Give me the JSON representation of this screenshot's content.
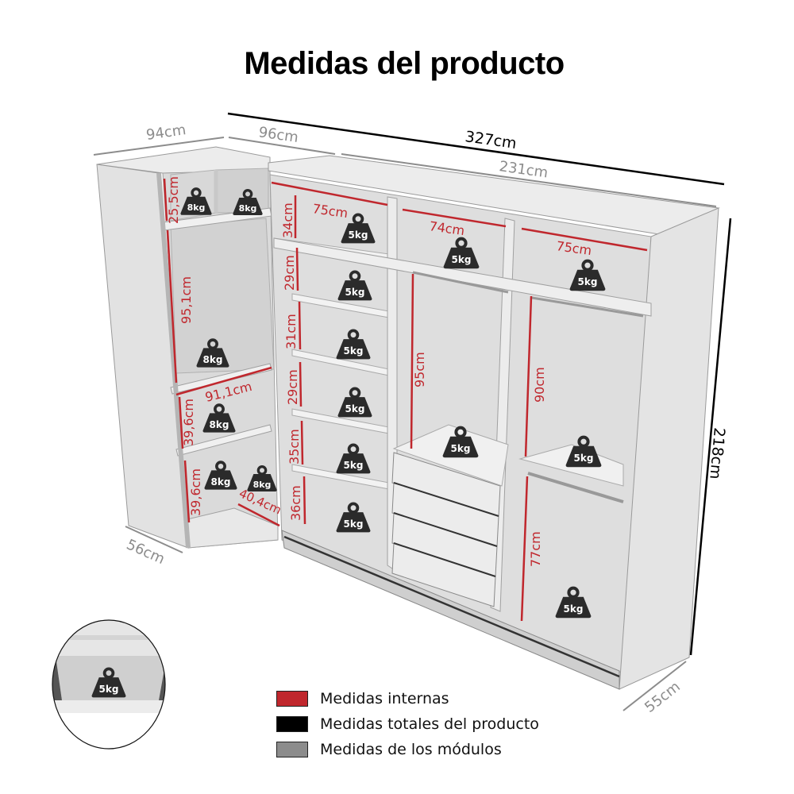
{
  "title": "Medidas del producto",
  "colors": {
    "internal": "#c0272d",
    "total": "#000000",
    "module": "#8c8c8c",
    "weight_icon": "#2b2b2b",
    "cabinet": "#e6e6e6"
  },
  "dimensions": {
    "total": {
      "width": "327cm",
      "height": "218cm"
    },
    "modules": {
      "corner_width": "94cm",
      "corner_second_width": "96cm",
      "main_width": "231cm",
      "corner_depth": "56cm",
      "main_depth": "55cm"
    },
    "internal": {
      "corner_top_height": "25,5cm",
      "corner_hanging_height": "95,1cm",
      "corner_shelf_width": "91,1cm",
      "corner_shelf_height_1": "39,6cm",
      "corner_shelf_height_2": "39,6cm",
      "corner_depth_inner": "40,4cm",
      "left_col_width": "75cm",
      "left_col_heights": [
        "34cm",
        "29cm",
        "31cm",
        "29cm",
        "35cm",
        "36cm"
      ],
      "mid_col_width": "74cm",
      "mid_col_hanging": "95cm",
      "right_col_width": "75cm",
      "right_col_hanging_top": "90cm",
      "right_col_hanging_bottom": "77cm"
    }
  },
  "weights": {
    "corner": [
      "8kg",
      "8kg",
      "8kg",
      "8kg",
      "8kg",
      "8kg"
    ],
    "left_col": [
      "5kg",
      "5kg",
      "5kg",
      "5kg",
      "5kg",
      "5kg"
    ],
    "mid_col": [
      "5kg",
      "5kg"
    ],
    "right_col": [
      "5kg",
      "5kg",
      "5kg"
    ],
    "drawer_detail": "5kg"
  },
  "legend": [
    {
      "label": "Medidas internas",
      "color": "#c0272d"
    },
    {
      "label": "Medidas totales del producto",
      "color": "#000000"
    },
    {
      "label": "Medidas de los módulos",
      "color": "#8c8c8c"
    }
  ]
}
